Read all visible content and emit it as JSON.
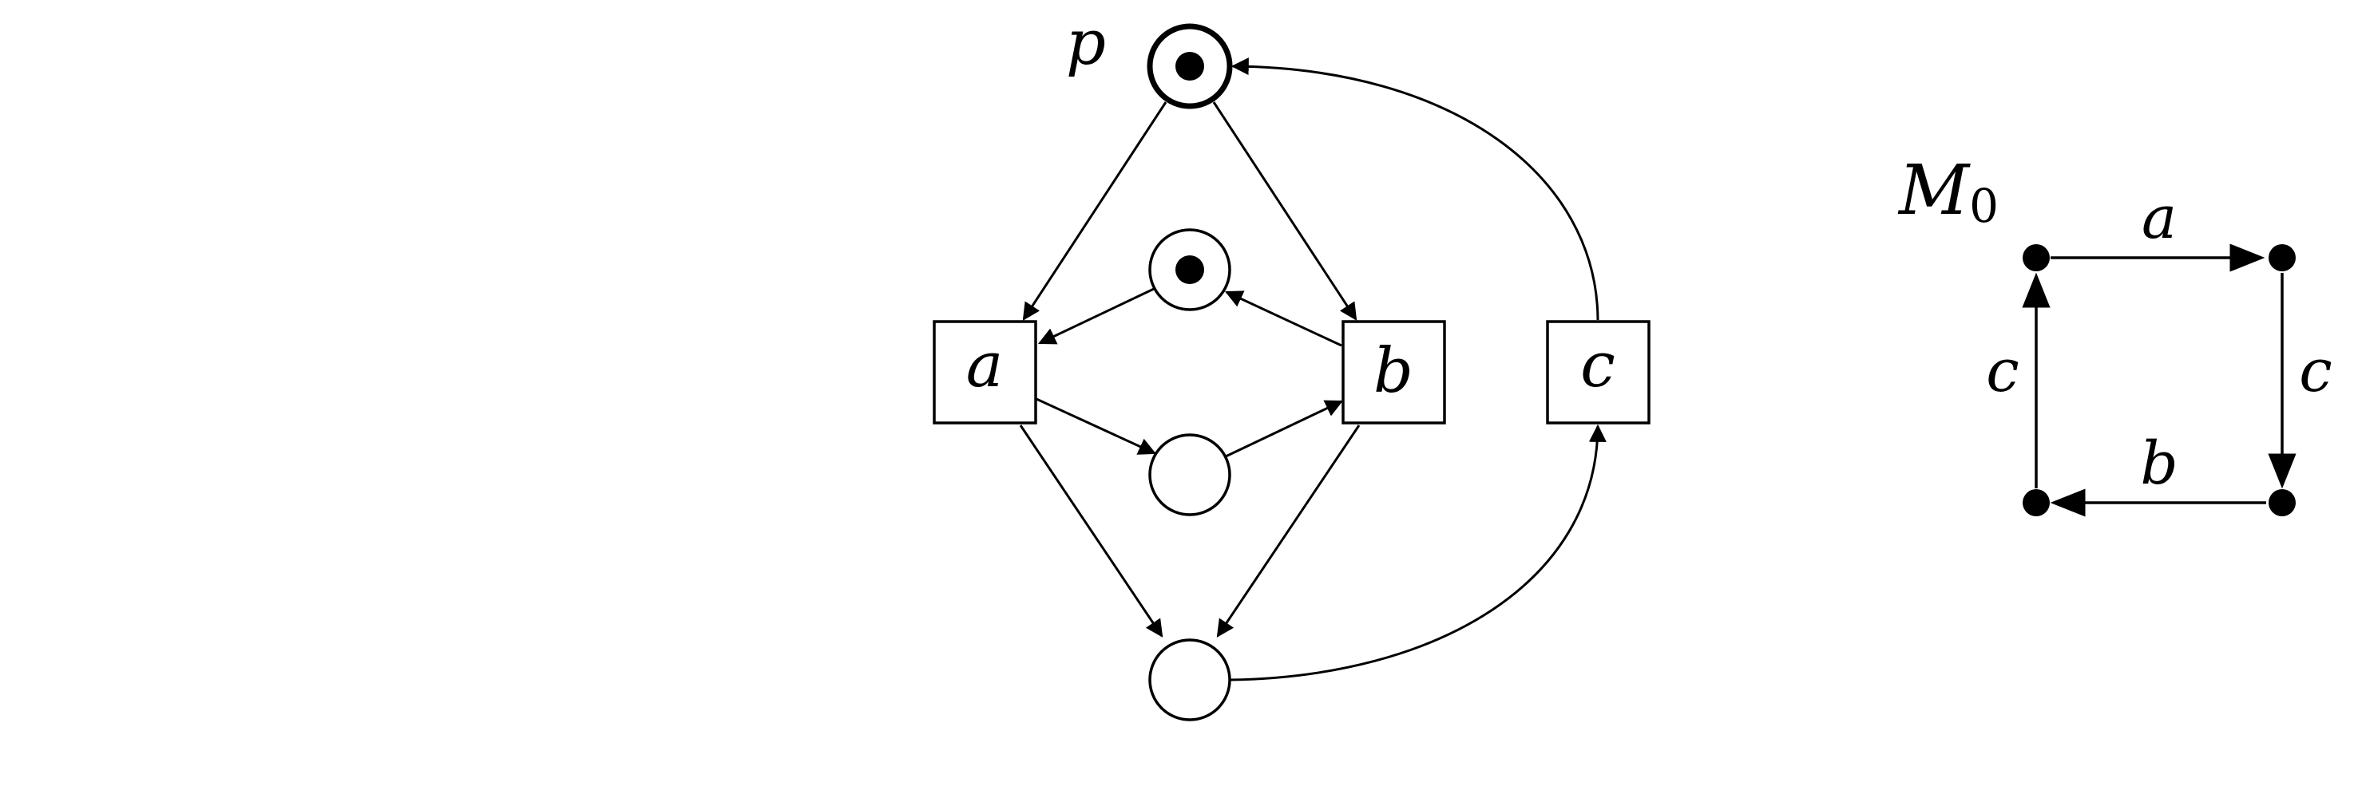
{
  "petri_net": {
    "place_label": "p",
    "transitions": {
      "a": "a",
      "b": "b",
      "c": "c"
    }
  },
  "reachability_graph": {
    "initial_marking": "M",
    "initial_marking_subscript": "0",
    "edges": {
      "top": "a",
      "right": "c",
      "bottom": "b",
      "left": "c"
    }
  },
  "colors": {
    "ink": "#000000",
    "background": "#ffffff"
  }
}
